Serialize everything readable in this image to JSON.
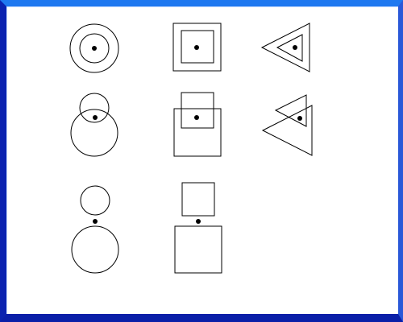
{
  "diagram": {
    "stroke_color": "#000000",
    "background_color": "#ffffff",
    "frame_colors": {
      "top": "#1e78f0",
      "right": "#2a58d8",
      "bottom": "#0a1fa8",
      "left": "#0a22b0"
    },
    "rows": [
      {
        "relation": "concentric",
        "shapes": [
          "circle-pair",
          "square-pair",
          "triangle-pair"
        ]
      },
      {
        "relation": "overlapping",
        "shapes": [
          "circle-pair",
          "square-pair",
          "triangle-pair"
        ]
      },
      {
        "relation": "separate",
        "shapes": [
          "circle-pair",
          "square-pair"
        ]
      }
    ]
  }
}
